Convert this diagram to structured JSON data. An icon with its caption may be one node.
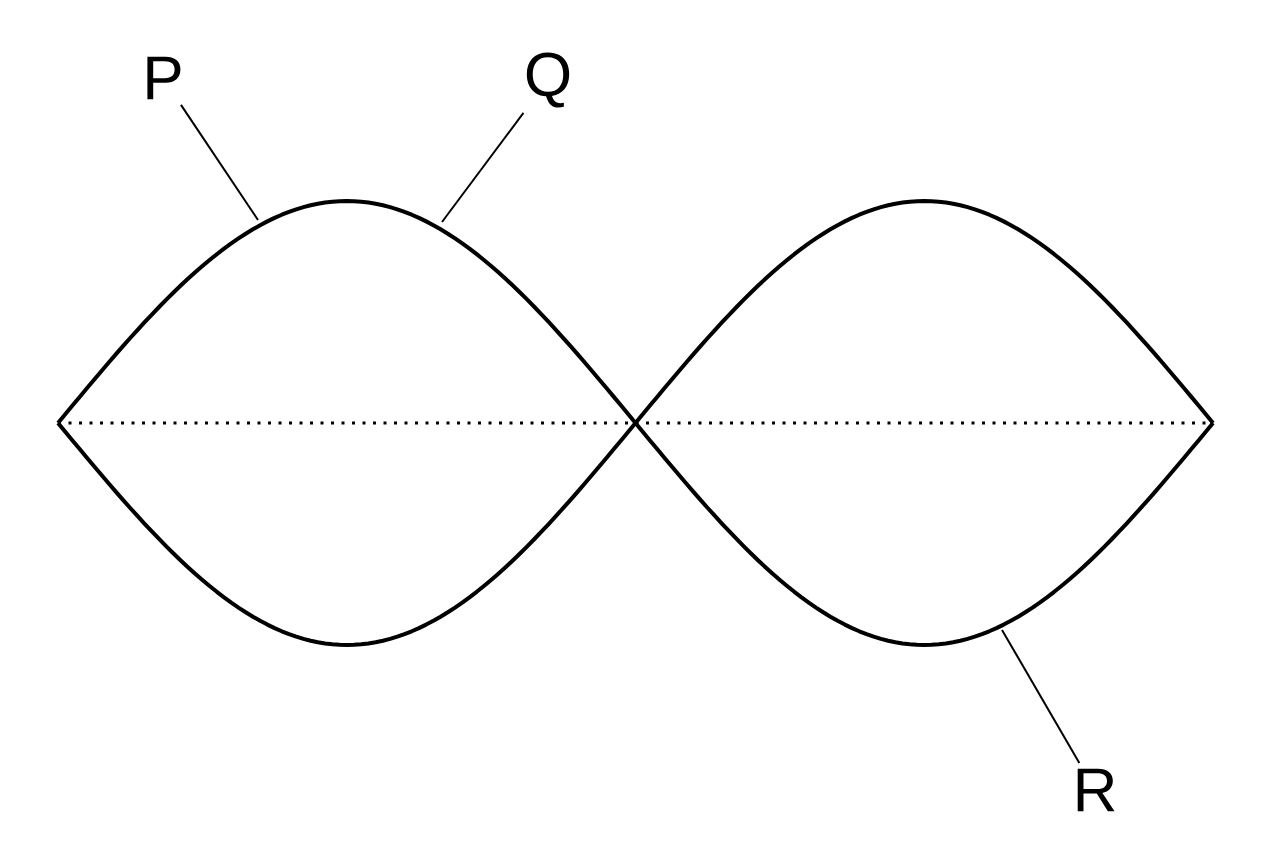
{
  "diagram": {
    "nodes": [
      {
        "text": [
          "P"
        ]
      },
      {
        "text": [
          "Q"
        ]
      },
      {
        "text": [
          "R"
        ]
      }
    ],
    "edges": [
      {
        "from": 0,
        "to": null,
        "arrow": "none"
      },
      {
        "from": 1,
        "to": null,
        "arrow": "none"
      },
      {
        "from": 2,
        "to": null,
        "arrow": "none"
      }
    ]
  }
}
